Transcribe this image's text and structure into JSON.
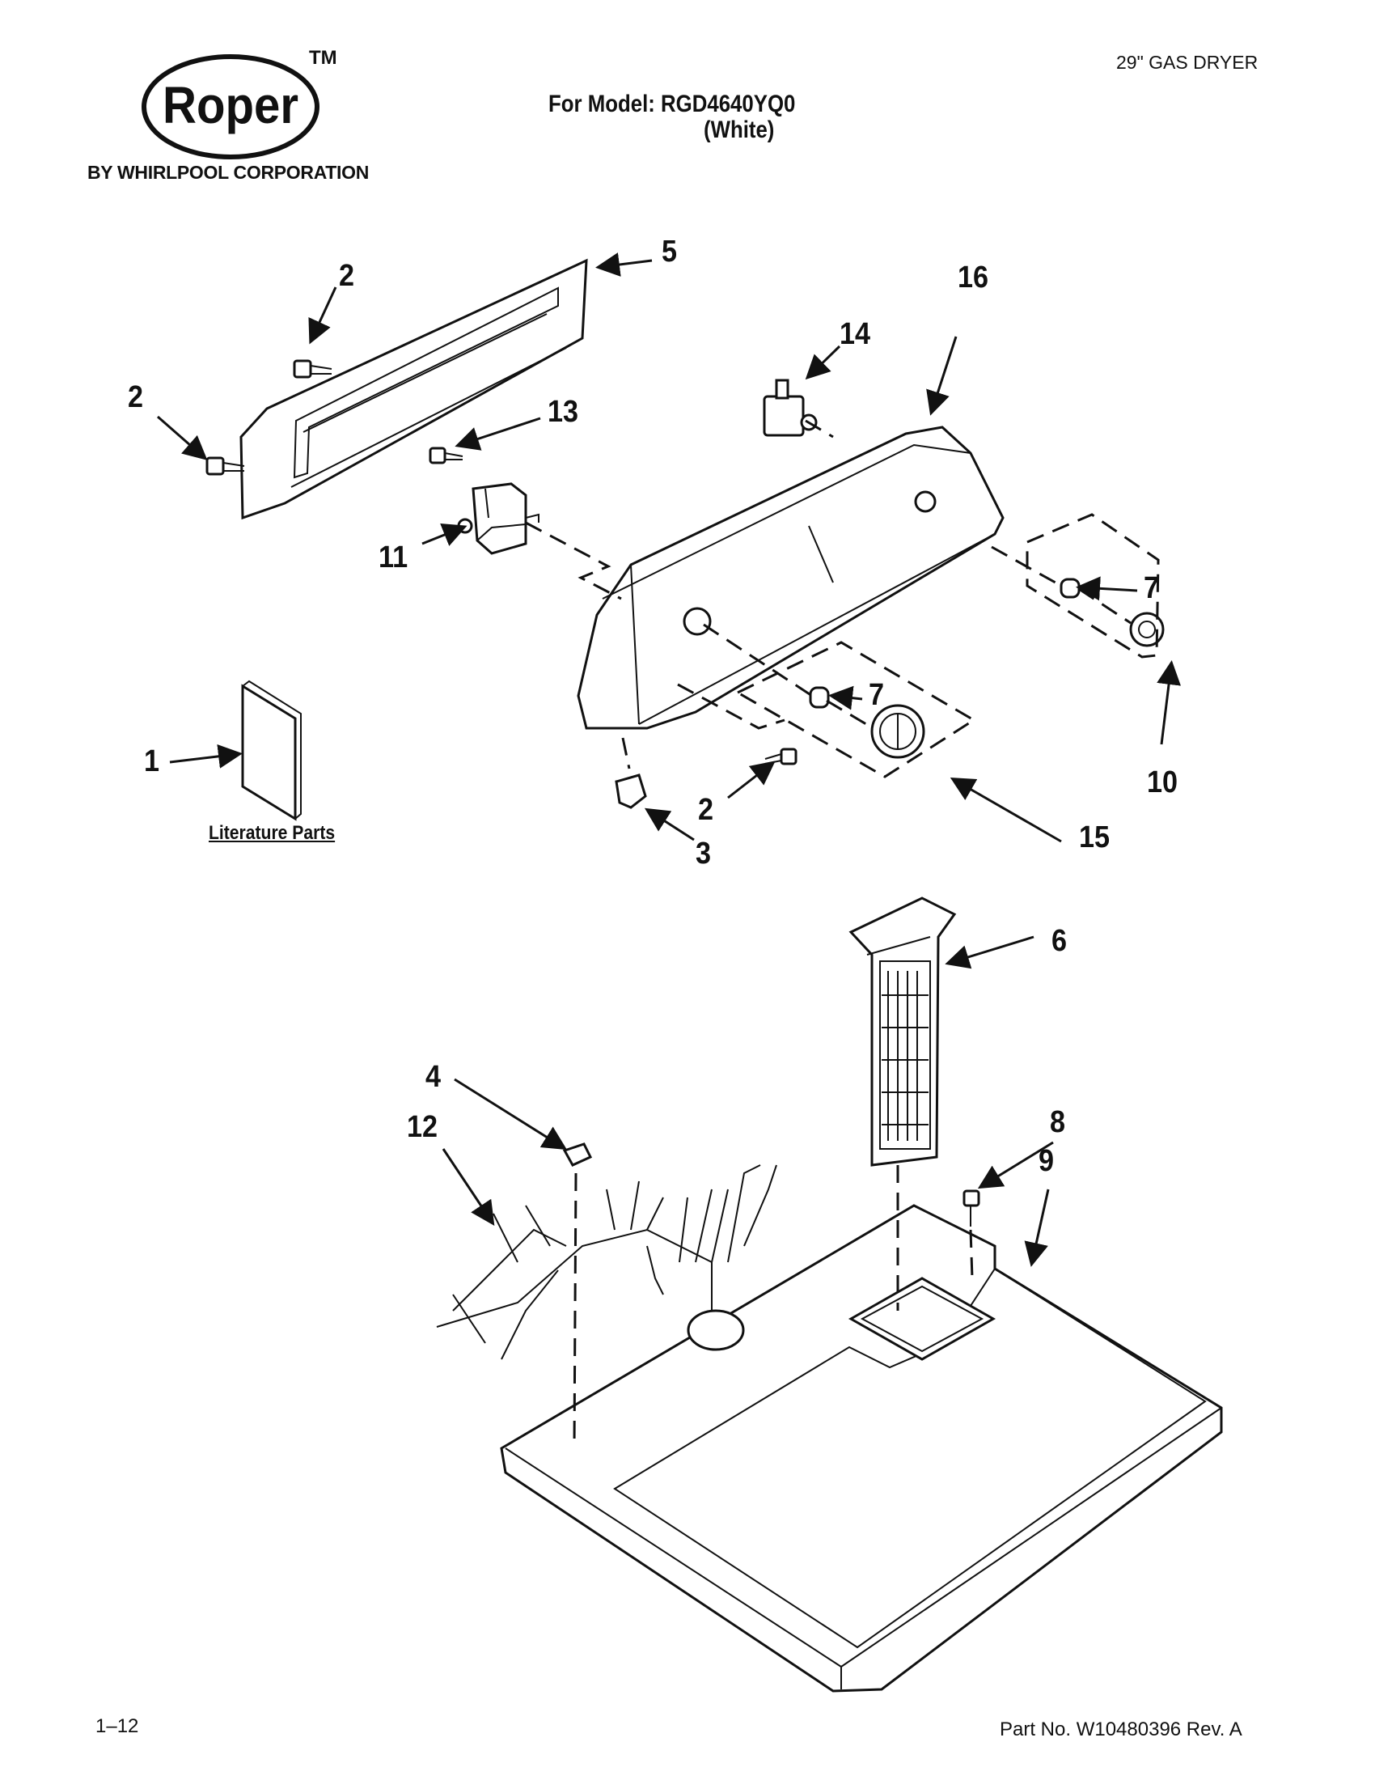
{
  "header": {
    "brand_logo_text": "Roper",
    "trademark": "TM",
    "byline": "BY WHIRLPOOL CORPORATION",
    "model_line": "For Model: RGD4640YQ0",
    "color_line": "(White)",
    "product": "29\" GAS DRYER"
  },
  "footer": {
    "page_number": "1–12",
    "part_number": "Part No. W10480396 Rev. A"
  },
  "diagram": {
    "literature_label": "Literature Parts",
    "callouts": [
      "2",
      "5",
      "2",
      "13",
      "11",
      "14",
      "16",
      "7",
      "7",
      "10",
      "1",
      "2",
      "3",
      "15",
      "6",
      "4",
      "12",
      "8",
      "9"
    ]
  }
}
